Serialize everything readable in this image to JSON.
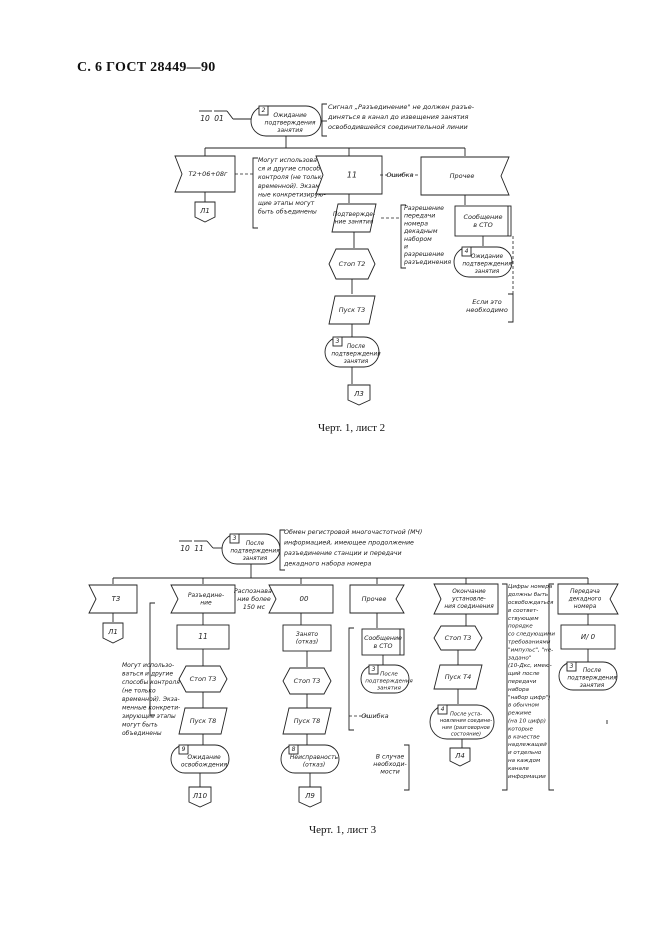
{
  "header": "С. 6 ГОСТ 28449—90",
  "sheet2": {
    "caption": "Черт. 1, лист 2",
    "input_marks": [
      "10",
      "01"
    ],
    "start_number": "2",
    "start_label": [
      "Ожидание",
      "подтверждения",
      "занятия"
    ],
    "top_note": [
      "Сигнал „Разъединение\" не должен разъе-",
      "диняться в канал до извещения занятия",
      "освободившейся соединительной линии"
    ],
    "left_receive": "Т2+06+08г",
    "left_note": [
      "Могут использовать-",
      "ся и другие способы",
      "контроля (не только",
      "временной). Экзамен-",
      "ные конкретизирую-",
      "щие этапы могут",
      "быть объединены"
    ],
    "left_connector": "Л1",
    "mid_receive": "11",
    "proc1": [
      "Подтвержде-",
      "ние занятия"
    ],
    "proc2": "Стоп Т2",
    "proc3": "Пуск Т3",
    "state3_number": "3",
    "state3_label": [
      "После",
      "подтверждения",
      "занятия"
    ],
    "mid_connector": "Л3",
    "note_mid": [
      "Разрешение",
      "передачи",
      "номера",
      "декадным",
      "набором",
      "и",
      "разрешение",
      "разъединения"
    ],
    "label_right": "Ошибка",
    "right_receive": "Прочее",
    "right_proc1": [
      "Сообщение",
      "в СТО"
    ],
    "state4_number": "4",
    "state4_label": [
      "Ожидание",
      "подтверждения",
      "занятия"
    ],
    "right_note": [
      "Если это",
      "необходимо"
    ]
  },
  "sheet3": {
    "caption": "Черт. 1, лист 3",
    "input_marks": [
      "10",
      "11"
    ],
    "start_number": "3",
    "start_label": [
      "После",
      "подтверждения",
      "занятия"
    ],
    "top_note": [
      "Обмен регистровой многочастотной (МЧ)",
      "информацией, имеющее продолжение",
      "разъединение станции и передачи",
      "декадного набора номера"
    ],
    "col1_receive": "Т3",
    "col1_connector": "Л1",
    "col1_note": [
      "Могут использо-",
      "ваться и другие",
      "способы контроля",
      "(не только",
      "временной). Экза-",
      "менные конкрети-",
      "зирующие этапы",
      "могут быть",
      "объединены"
    ],
    "col2_receive": [
      "Разъедине-",
      "ние"
    ],
    "col2_proc1": "11",
    "col2_proc2": "Стоп Т3",
    "col2_proc3": "Пуск Т8",
    "col2_state_number": "9",
    "col2_state_label": [
      "Ожидание",
      "освобождения"
    ],
    "col2_connector": "Л10",
    "col3_note": [
      "Распознава-",
      "ние более",
      "150 мс"
    ],
    "col3_receive": "00",
    "col3_proc1": [
      "Занято",
      "(отказ)"
    ],
    "col3_proc2": "Стоп Т3",
    "col3_proc3": "Пуск Т8",
    "col3_state_number": "8",
    "col3_state_label": [
      "Неисправность",
      "(отказ)"
    ],
    "col3_connector": "Л9",
    "col4_receive": "Прочее",
    "col4_proc1": [
      "Сообщение",
      "в СТО"
    ],
    "col4_state_number": "3",
    "col4_state_label": [
      "После",
      "подтверждения",
      "занятия"
    ],
    "col4_label": "Ошибка",
    "col4_note": [
      "В случае",
      "необходи-",
      "мости"
    ],
    "col5_receive": [
      "Окончание",
      "установле-",
      "ния соединения"
    ],
    "col5_proc1": "Стоп Т3",
    "col5_proc2": "Пуск Т4",
    "col5_state_number": "4",
    "col5_state_label": [
      "После уста-",
      "новления соедине-",
      "ния (разговорное",
      "состояние)"
    ],
    "col5_connector": "Л4",
    "col6_note": [
      "Цифры номера",
      "должны быть",
      "освобождаться",
      "в соответ-",
      "ствующем",
      "порядке",
      "со следующими",
      "требованиями",
      "\"импульс\", \"не-",
      "задано\"",
      "(10-Дкс, имею-",
      "щий после",
      "передачи",
      "набора",
      "\"набор цифр\")",
      "в обычном",
      "режиме",
      "(на 10 цифр)",
      "которые",
      "в качестве",
      "надлежащей",
      "и отдельно",
      "на каждом",
      "канале",
      "информации"
    ],
    "col6_receive": [
      "Передача",
      "декадного",
      "номера"
    ],
    "col6_proc1": "И/ 0",
    "col6_state_number": "3",
    "col6_state_label": [
      "После",
      "подтверждения",
      "занятия"
    ]
  }
}
